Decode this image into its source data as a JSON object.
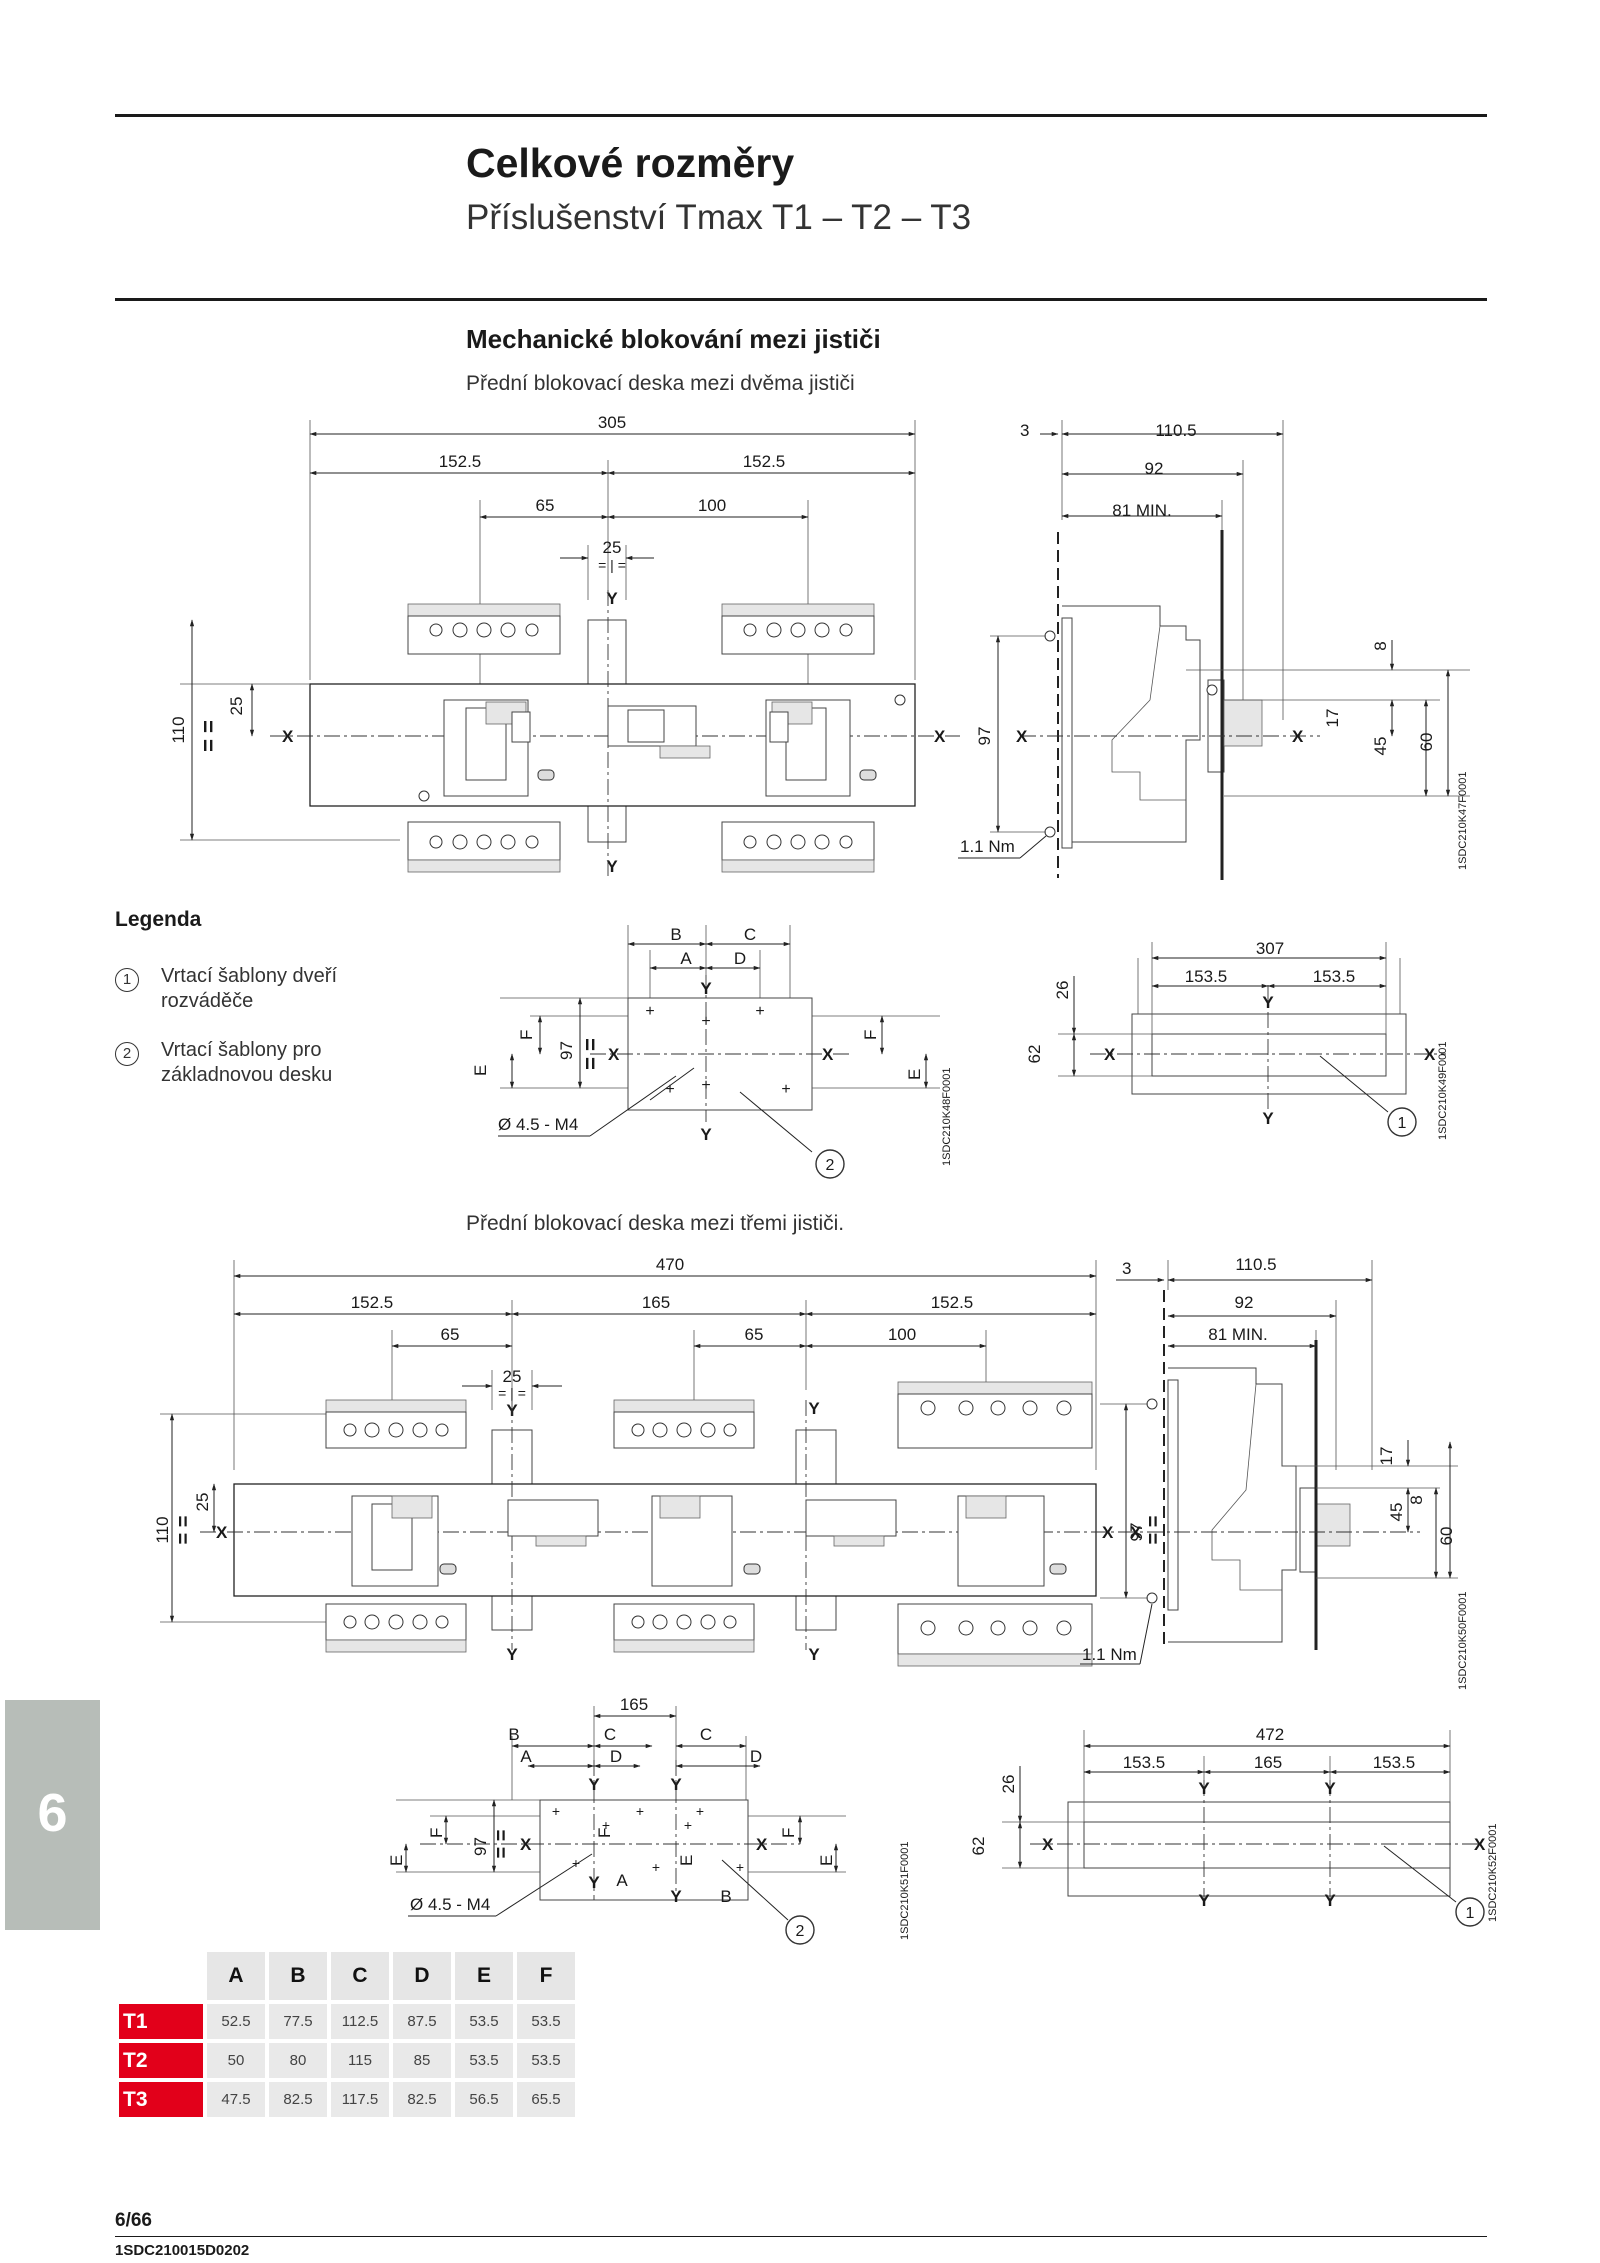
{
  "header": {
    "title": "Celkové rozměry",
    "subtitle": "Příslušenství Tmax T1 – T2 – T3"
  },
  "section": {
    "title": "Mechanické blokování mezi jističi",
    "caption_two": "Přední blokovací deska mezi dvěma jističi",
    "caption_three": "Přední blokovací deska mezi třemi jističi."
  },
  "legend": {
    "heading": "Legenda",
    "items": [
      {
        "num": "1",
        "text": "Vrtací šablony dveří rozváděče"
      },
      {
        "num": "2",
        "text": "Vrtací šablony pro základnovou desku"
      }
    ]
  },
  "drawing_two": {
    "front_dims": {
      "total": "305",
      "half_left": "152.5",
      "half_right": "152.5",
      "d65": "65",
      "d100": "100",
      "d25": "25",
      "d110": "110",
      "d25v": "25"
    },
    "side_dims": {
      "d3": "3",
      "d110_5": "110.5",
      "d92": "92",
      "d81": "81 MIN.",
      "d97": "97",
      "d8": "8",
      "d17": "17",
      "d45": "45",
      "d60": "60",
      "torque": "1.1 Nm"
    },
    "template_dims": {
      "B": "B",
      "C": "C",
      "A": "A",
      "D": "D",
      "F": "F",
      "E": "E",
      "d97": "97",
      "hole": "Ø 4.5 - M4"
    },
    "door_dims": {
      "d307": "307",
      "d153a": "153.5",
      "d153b": "153.5",
      "d26": "26",
      "d62": "62"
    },
    "codes": {
      "main": "1SDC210K47F0001",
      "template": "1SDC210K48F0001",
      "door": "1SDC210K49F0001"
    }
  },
  "drawing_three": {
    "front_dims": {
      "total": "470",
      "a": "152.5",
      "b": "165",
      "c": "152.5",
      "d65a": "65",
      "d65b": "65",
      "d100": "100",
      "d25": "25",
      "d110": "110",
      "d25v": "25"
    },
    "side_dims": {
      "d3": "3",
      "d110_5": "110.5",
      "d92": "92",
      "d81": "81 MIN.",
      "d97": "97",
      "d8": "8",
      "d17": "17",
      "d45": "45",
      "d60": "60",
      "torque": "1.1 Nm"
    },
    "template_dims": {
      "d165": "165",
      "B": "B",
      "C1": "C",
      "C2": "C",
      "A": "A",
      "D1": "D",
      "D2": "D",
      "A2": "A",
      "B2": "B",
      "F": "F",
      "E": "E",
      "d97": "97",
      "hole": "Ø 4.5 - M4"
    },
    "door_dims": {
      "d472": "472",
      "d153a": "153.5",
      "d165": "165",
      "d153b": "153.5",
      "d26": "26",
      "d62": "62"
    },
    "codes": {
      "main": "1SDC210K50F0001",
      "template": "1SDC210K51F0001",
      "door": "1SDC210K52F0001"
    }
  },
  "axis": {
    "x": "X",
    "y": "Y",
    "eq": "="
  },
  "callouts": {
    "one": "1",
    "two": "2"
  },
  "table": {
    "columns": [
      "A",
      "B",
      "C",
      "D",
      "E",
      "F"
    ],
    "rows": [
      {
        "label": "T1",
        "values": [
          "52.5",
          "77.5",
          "112.5",
          "87.5",
          "53.5",
          "53.5"
        ]
      },
      {
        "label": "T2",
        "values": [
          "50",
          "80",
          "115",
          "85",
          "53.5",
          "53.5"
        ]
      },
      {
        "label": "T3",
        "values": [
          "47.5",
          "82.5",
          "117.5",
          "82.5",
          "56.5",
          "65.5"
        ]
      }
    ]
  },
  "side_tab": "6",
  "footer": {
    "page": "6/66",
    "code": "1SDC210015D0202"
  },
  "colors": {
    "accent": "#e2001a",
    "tab": "#b7bdb8",
    "cell": "#e9e9e9"
  }
}
